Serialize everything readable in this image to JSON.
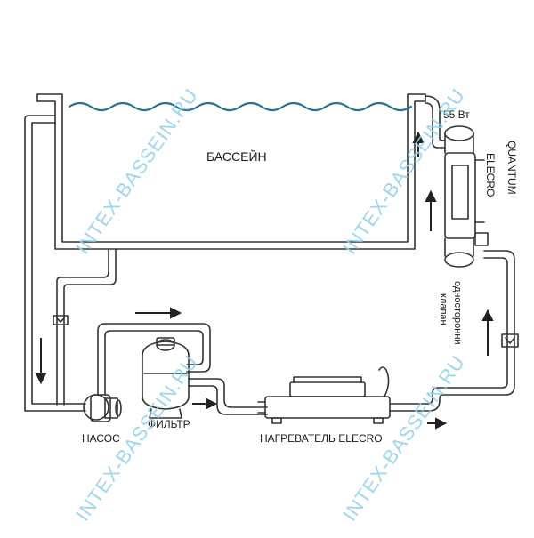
{
  "labels": {
    "pool": "БАССЕЙН",
    "pump": "НАСОС",
    "filter": "ФИЛЬТР",
    "heater": "НАГРЕВАТЕЛЬ ELECRO",
    "uv_power": "55 Вт",
    "uv_name_line1": "ELECRO",
    "uv_name_line2": "QUANTUM",
    "valve_line1": "односторонни",
    "valve_line2": "клапан"
  },
  "watermark": "INTEX-BASSEIN.RU",
  "colors": {
    "line": "#333333",
    "water": "#2e6f95",
    "watermark": "#8fd0ee"
  }
}
